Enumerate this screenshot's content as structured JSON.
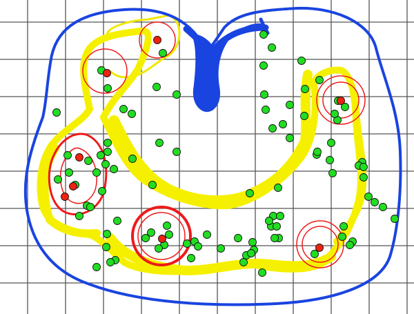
{
  "colors": {
    "background": "#ffffff",
    "grid": "#555555",
    "outer_boundary": "#1a44e0",
    "inner_region": "#f5f000",
    "inner_region_outline": "#f0e800",
    "cluster_ring": "#ee1a1a",
    "marker_green": "#22dd22",
    "marker_red": "#ee2211",
    "marker_stroke": "#111111"
  },
  "counts": {
    "green_markers": 96,
    "red_markers": 8,
    "cluster_rings": 7
  }
}
